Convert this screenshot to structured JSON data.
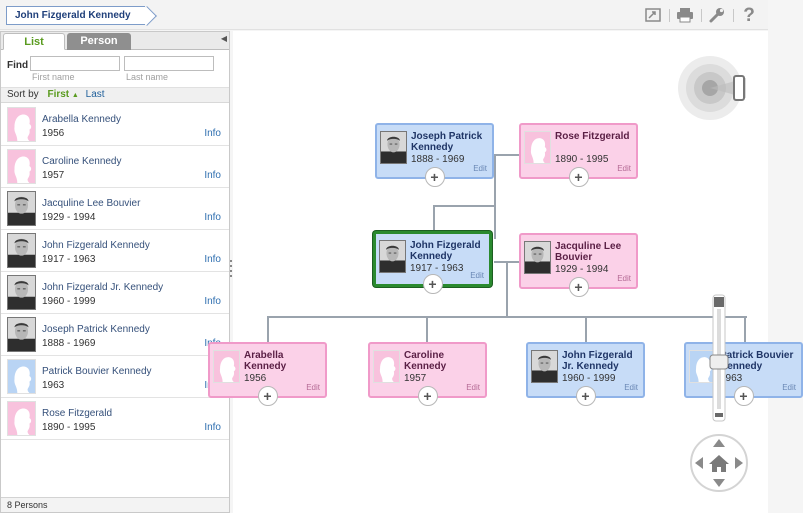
{
  "breadcrumb": "John Fizgerald Kennedy",
  "toolbar": {
    "icons": [
      "fullscreen-icon",
      "print-icon",
      "settings-wrench-icon",
      "help-icon"
    ],
    "help_glyph": "?"
  },
  "tabs": [
    {
      "label": "List",
      "active": true
    },
    {
      "label": "Person",
      "active": false
    }
  ],
  "find": {
    "label": "Find",
    "first_placeholder": "First name",
    "last_placeholder": "Last name"
  },
  "sort": {
    "label": "Sort by",
    "first": "First",
    "last": "Last"
  },
  "list": [
    {
      "name": "Arabella Kennedy",
      "dates": "1956",
      "info": "Info",
      "gender": "f",
      "photo": false
    },
    {
      "name": "Caroline Kennedy",
      "dates": "1957",
      "info": "Info",
      "gender": "f",
      "photo": false
    },
    {
      "name": "Jacquline Lee Bouvier",
      "dates": "1929 - 1994",
      "info": "Info",
      "gender": "f",
      "photo": true
    },
    {
      "name": "John Fizgerald Kennedy",
      "dates": "1917 - 1963",
      "info": "Info",
      "gender": "m",
      "photo": true
    },
    {
      "name": "John Fizgerald Jr. Kennedy",
      "dates": "1960 - 1999",
      "info": "Info",
      "gender": "m",
      "photo": true
    },
    {
      "name": "Joseph Patrick Kennedy",
      "dates": "1888 - 1969",
      "info": "Info",
      "gender": "m",
      "photo": true
    },
    {
      "name": "Patrick Bouvier Kennedy",
      "dates": "1963",
      "info": "Info",
      "gender": "m",
      "photo": false
    },
    {
      "name": "Rose Fitzgerald",
      "dates": "1890 - 1995",
      "info": "Info",
      "gender": "f",
      "photo": false
    }
  ],
  "footer": "8 Persons",
  "tree": {
    "edit_label": "Edit",
    "plus_glyph": "+",
    "cards": {
      "joseph": {
        "name": "Joseph Patrick Kennedy",
        "dates": "1888 - 1969"
      },
      "rose": {
        "name": "Rose Fitzgerald",
        "dates": "1890 - 1995"
      },
      "john": {
        "name": "John Fizgerald Kennedy",
        "dates": "1917 - 1963"
      },
      "jacquline": {
        "name": "Jacquline Lee Bouvier",
        "dates": "1929 - 1994"
      },
      "arabella": {
        "name": "Arabella Kennedy",
        "dates": "1956"
      },
      "caroline": {
        "name": "Caroline Kennedy",
        "dates": "1957"
      },
      "johnjr": {
        "name": "John Fizgerald Jr. Kennedy",
        "dates": "1960 - 1999"
      },
      "patrick": {
        "name": "Patrick Bouvier Kennedy",
        "dates": "1963"
      }
    }
  },
  "colors": {
    "male_card": "#c7dcf7",
    "female_card": "#fbd1e8",
    "selected_border": "#2a8a2f",
    "accent_green": "#5a9b1f"
  }
}
